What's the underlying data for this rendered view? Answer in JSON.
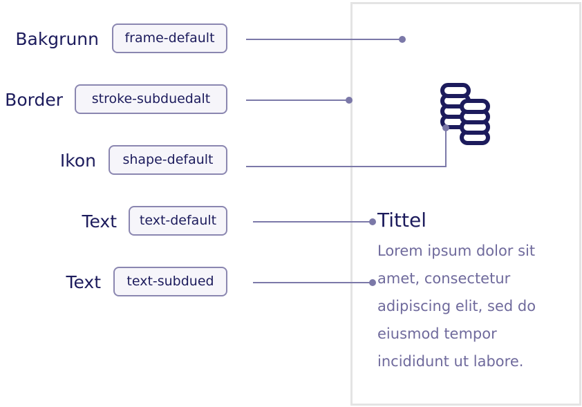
{
  "rows": [
    {
      "label": "Bakgrunn",
      "token": "frame-default"
    },
    {
      "label": "Border",
      "token": "stroke-subduedalt"
    },
    {
      "label": "Ikon",
      "token": "shape-default"
    },
    {
      "label": "Text",
      "token": "text-default"
    },
    {
      "label": "Text",
      "token": "text-subdued"
    }
  ],
  "card": {
    "icon": "coins-stack-icon",
    "title": "Tittel",
    "body_lines": [
      "Lorem ipsum dolor sit",
      "amet, consectetur",
      "adipiscing elit, sed do",
      "eiusmod tempor",
      "incididunt ut labore."
    ]
  },
  "colors": {
    "connector": "#7b78a8",
    "text_default": "#1c1b5c",
    "text_subdued": "#6f6a9c",
    "card_border": "#e4e4e4",
    "chip_border": "#8a86b0",
    "chip_background": "#f6f5fa"
  }
}
